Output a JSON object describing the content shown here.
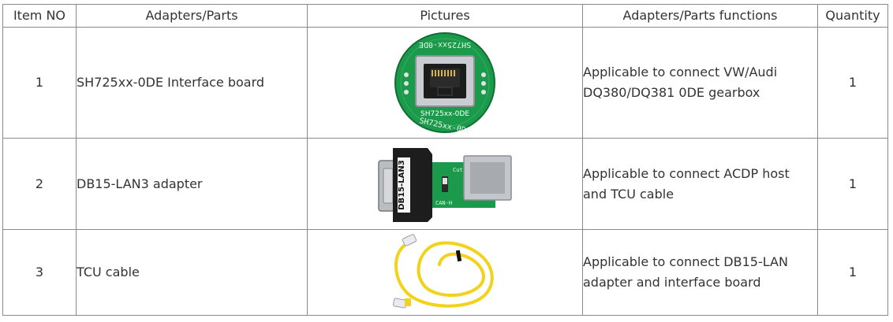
{
  "table": {
    "headers": [
      "Item NO",
      "Adapters/Parts",
      "Pictures",
      "Adapters/Parts functions",
      "Quantity"
    ],
    "rows": [
      {
        "item_no": "1",
        "part": "SH725xx-0DE Interface board",
        "function_line1": "Applicable to connect VW/Audi",
        "function_line2": "DQ380/DQ381 0DE gearbox",
        "quantity": "1",
        "picture": {
          "icon": "interface-board-icon",
          "board_text_top": "SH725xx-0DE",
          "board_text_mid": "SH725xx-0DE",
          "board_text_bottom": "SH725xx-0DE",
          "board_color": "#1a9a4a"
        }
      },
      {
        "item_no": "2",
        "part": "DB15-LAN3 adapter",
        "function_line1": "Applicable to connect ACDP host",
        "function_line2": "and TCU cable",
        "quantity": "1",
        "picture": {
          "icon": "db15-adapter-icon",
          "label_text": "DB15-LAN3",
          "switch_top": "Cut",
          "switch_bottom": "CAN-H",
          "board_color": "#1a9a4a"
        }
      },
      {
        "item_no": "3",
        "part": "TCU cable",
        "function_line1": "Applicable to connect DB15-LAN",
        "function_line2": "adapter and interface board",
        "quantity": "1",
        "picture": {
          "icon": "yellow-cable-icon",
          "cable_color": "#f2d21b"
        }
      }
    ]
  }
}
